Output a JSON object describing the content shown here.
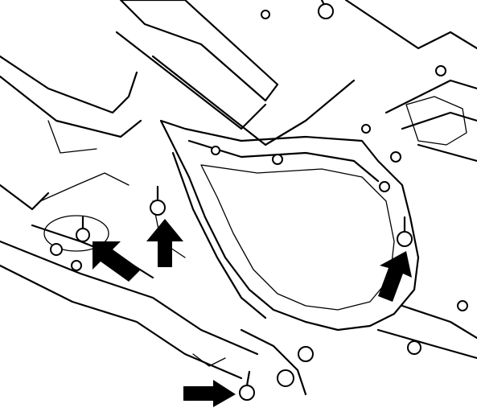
{
  "figure": {
    "description_text": "",
    "stroke_color": "#000000",
    "background_color": "#ffffff"
  },
  "arrows": [
    {
      "name": "arrow-left-bolt",
      "direction": "up-left"
    },
    {
      "name": "arrow-center-bolt",
      "direction": "up"
    },
    {
      "name": "arrow-right-bolt",
      "direction": "up"
    },
    {
      "name": "arrow-bottom-bolt",
      "direction": "right"
    }
  ],
  "fasteners": [
    {
      "name": "bolt-left"
    },
    {
      "name": "bolt-center"
    },
    {
      "name": "bolt-right"
    },
    {
      "name": "bolt-bottom"
    }
  ]
}
